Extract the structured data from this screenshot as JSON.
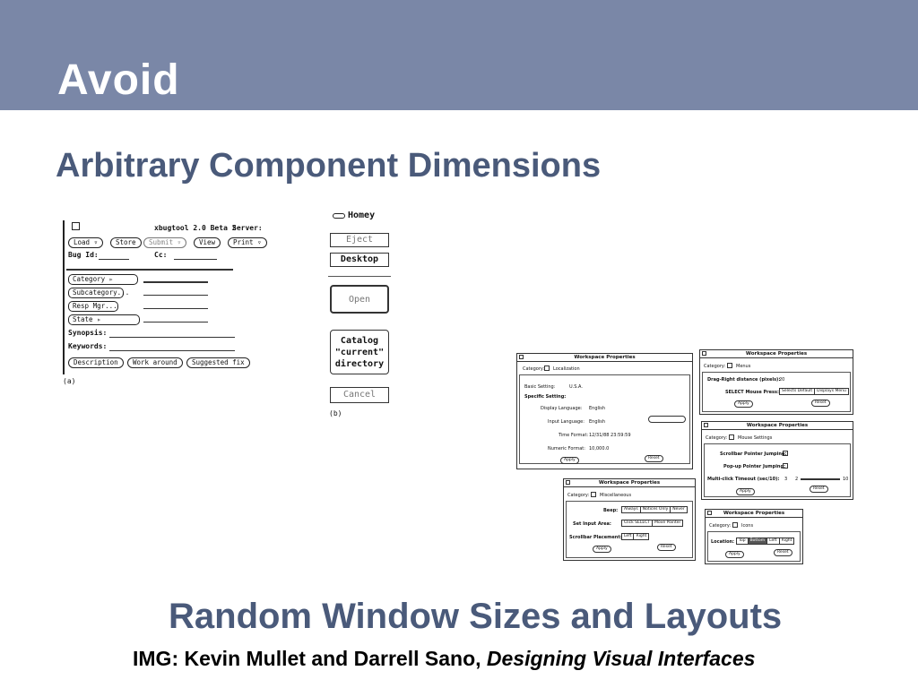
{
  "slide": {
    "title": "Avoid",
    "subtitle": "Arbitrary Component Dimensions",
    "bottom_heading": "Random Window Sizes and Layouts",
    "credit_prefix": "IMG: Kevin Mullet and Darrell Sano, ",
    "credit_book": "Designing Visual Interfaces"
  },
  "colors": {
    "header_band": "#7a87a7",
    "heading_text": "#4a5a7a"
  },
  "fig_a": {
    "title": "xbugtool 2.0 Beta 2",
    "server_label": "Server:",
    "buttons": [
      "Load ▿",
      "Store",
      "Submit ▿",
      "View",
      "Print ▿"
    ],
    "bug_id_label": "Bug Id:",
    "cc_label": "Cc:",
    "fields": [
      "Category ▹",
      "Subcategory...",
      "Resp Mgr...",
      "State ▹"
    ],
    "synopsis_label": "Synopsis:",
    "keywords_label": "Keywords:",
    "bottom_buttons": [
      "Description",
      "Work around",
      "Suggested fix"
    ],
    "caption": "(a)"
  },
  "fig_b": {
    "home_label": "Homey",
    "buttons": [
      "Eject",
      "Desktop",
      "Open",
      "Catalog \"current\" directory",
      "Cancel"
    ],
    "caption": "(b)"
  },
  "windows": {
    "w1": {
      "title": "Workspace Properties",
      "category_label": "Category:",
      "category_value": "Localization",
      "basic_setting": "Basic Setting:",
      "basic_value": "U.S.A.",
      "specific_setting": "Specific Setting:",
      "display_language": "Display Language:",
      "display_value": "English",
      "input_language": "Input Language:",
      "input_value": "English",
      "time_format": "Time Format:",
      "time_value": "12/31/88 23:59:59",
      "numeric_format": "Numeric Format:",
      "numeric_value": "10,000.0",
      "apply": "Apply",
      "reset": "Reset"
    },
    "w2": {
      "title": "Workspace Properties",
      "category_label": "Category:",
      "category_value": "Menus",
      "drag_label": "Drag-Right distance (pixels):",
      "drag_value": "20",
      "select_label": "SELECT Mouse Press:",
      "select_options": [
        "Selects Default",
        "Displays Menu"
      ],
      "apply": "Apply",
      "reset": "Reset"
    },
    "w3": {
      "title": "Workspace Properties",
      "category_label": "Category:",
      "category_value": "Mouse Settings",
      "scrollbar_jumping": "Scrollbar Pointer Jumping:",
      "popup_jumping": "Pop-up Pointer Jumping:",
      "multiclick": "Multi-click Timeout (sec/10):",
      "multiclick_value": "3",
      "min": "2",
      "max": "10",
      "apply": "Apply",
      "reset": "Reset"
    },
    "w4": {
      "title": "Workspace Properties",
      "category_label": "Category:",
      "category_value": "Miscellaneous",
      "beep_label": "Beep:",
      "beep_options": [
        "Always",
        "Notices Only",
        "Never"
      ],
      "set_input_label": "Set Input Area:",
      "set_input_options": [
        "Click SELECT",
        "Move Pointer"
      ],
      "scrollbar_label": "Scrollbar Placement:",
      "scrollbar_options": [
        "Left",
        "Right"
      ],
      "apply": "Apply",
      "reset": "Reset"
    },
    "w5": {
      "title": "Workspace Properties",
      "category_label": "Category:",
      "category_value": "Icons",
      "location_label": "Location:",
      "location_options": [
        "Top",
        "Bottom",
        "Left",
        "Right"
      ],
      "apply": "Apply",
      "reset": "Reset"
    }
  }
}
